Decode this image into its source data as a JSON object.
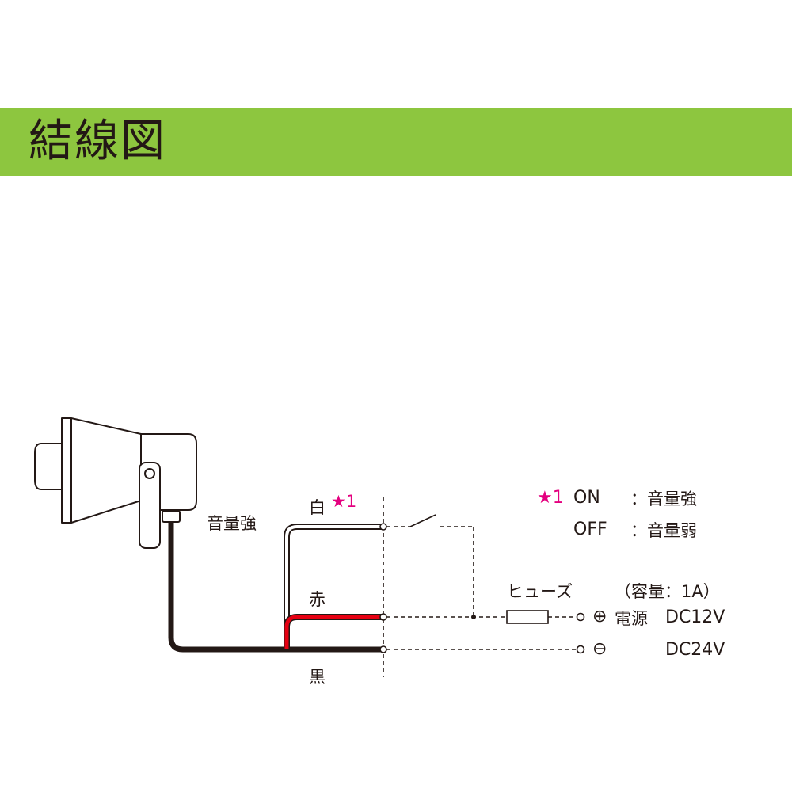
{
  "header": {
    "title": "結線図"
  },
  "speaker": {
    "label": "音量強"
  },
  "wires": {
    "white": "白",
    "red": "赤",
    "black": "黒",
    "note_marker": "★1"
  },
  "fuse": {
    "label": "ヒューズ",
    "capacity": "（容量：1A）"
  },
  "power": {
    "plus_symbol": "⊕",
    "source_label": "電源",
    "dc12": "DC12V",
    "minus_symbol": "⊖",
    "dc24": "DC24V"
  },
  "legend": {
    "marker": "★1",
    "on_label": "ON",
    "on_value": "：音量強",
    "off_label": "OFF",
    "off_value": "：音量弱"
  },
  "colors": {
    "header_band": "#8dc63f",
    "wire_black": "#231815",
    "wire_red": "#e60012",
    "accent_pink": "#e4007f"
  }
}
